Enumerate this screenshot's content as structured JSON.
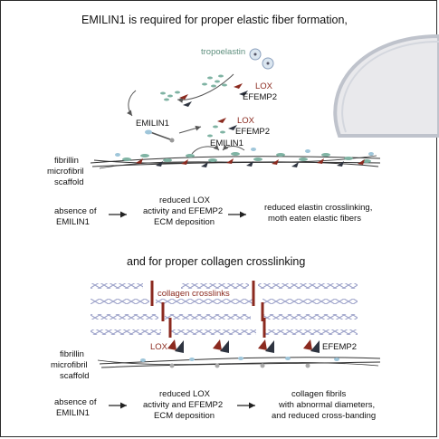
{
  "panel1": {
    "title": "EMILIN1 is required for proper elastic fiber formation,",
    "tropoelastin": "tropoelastin",
    "lox": "LOX",
    "efemp2": "EFEMP2",
    "emilin1_a": "EMILIN1",
    "lox2": "LOX",
    "efemp2_2": "EFEMP2",
    "emilin1_b": "EMILIN1",
    "scaffold": [
      "fibrillin",
      "microfibril",
      "scaffold"
    ],
    "flow": {
      "absence": [
        "absence of",
        "EMILIN1"
      ],
      "reduced": [
        "reduced LOX",
        "activity and EFEMP2",
        "ECM deposition"
      ],
      "outcome": [
        "reduced elastin crosslinking,",
        "moth eaten elastic fibers"
      ]
    }
  },
  "panel2": {
    "title": "and for proper collagen crosslinking",
    "crosslinks": "collagen crosslinks",
    "lox": "LOX",
    "efemp2": "EFEMP2",
    "scaffold": [
      "fibrillin",
      "microfibril",
      "scaffold"
    ],
    "flow": {
      "absence": [
        "absence of",
        "EMILIN1"
      ],
      "reduced": [
        "reduced LOX",
        "activity and EFEMP2",
        "ECM deposition"
      ],
      "outcome": [
        "collagen fibrils",
        "with abnormal diameters,",
        "and reduced cross-banding"
      ]
    }
  },
  "colors": {
    "tropoelastin": "#7fb3a3",
    "lox": "#8b2a1f",
    "efemp2": "#2e3440",
    "emilin1": "#9fc6da",
    "collagen": "#9aa0c8",
    "crosslink": "#8b2a1f"
  }
}
